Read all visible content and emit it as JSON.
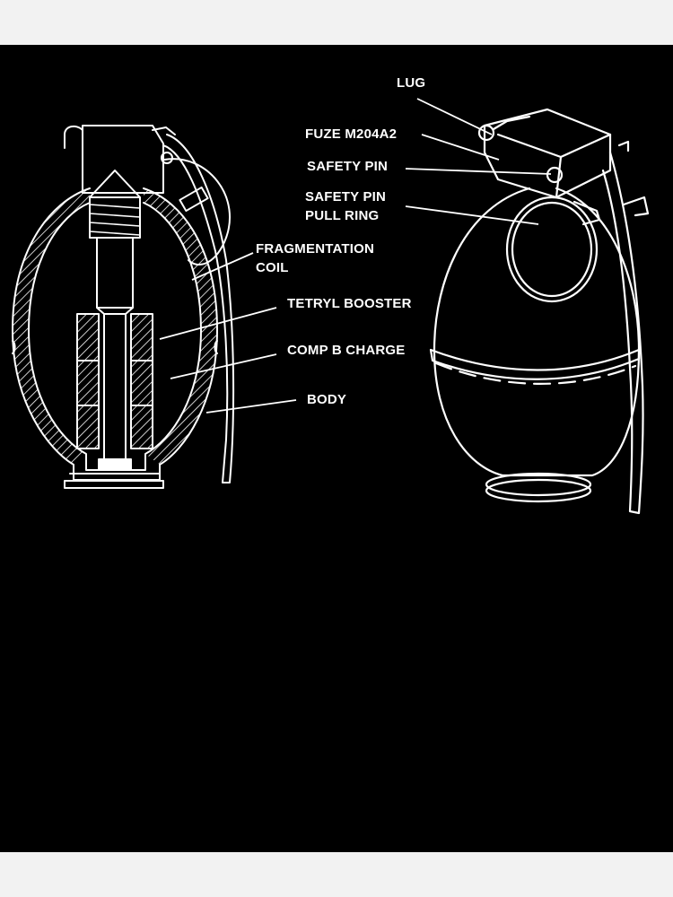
{
  "colors": {
    "background": "#000000",
    "line": "#ffffff",
    "margin": "#f2f2f2"
  },
  "labels": {
    "lug": "LUG",
    "fuze": "FUZE M204A2",
    "safety_pin": "SAFETY PIN",
    "pull_ring_1": "SAFETY PIN",
    "pull_ring_2": "PULL RING",
    "frag_1": "FRAGMENTATION",
    "frag_2": "COIL",
    "tetryl": "TETRYL BOOSTER",
    "comp_b": "COMP B CHARGE",
    "body": "BODY"
  }
}
